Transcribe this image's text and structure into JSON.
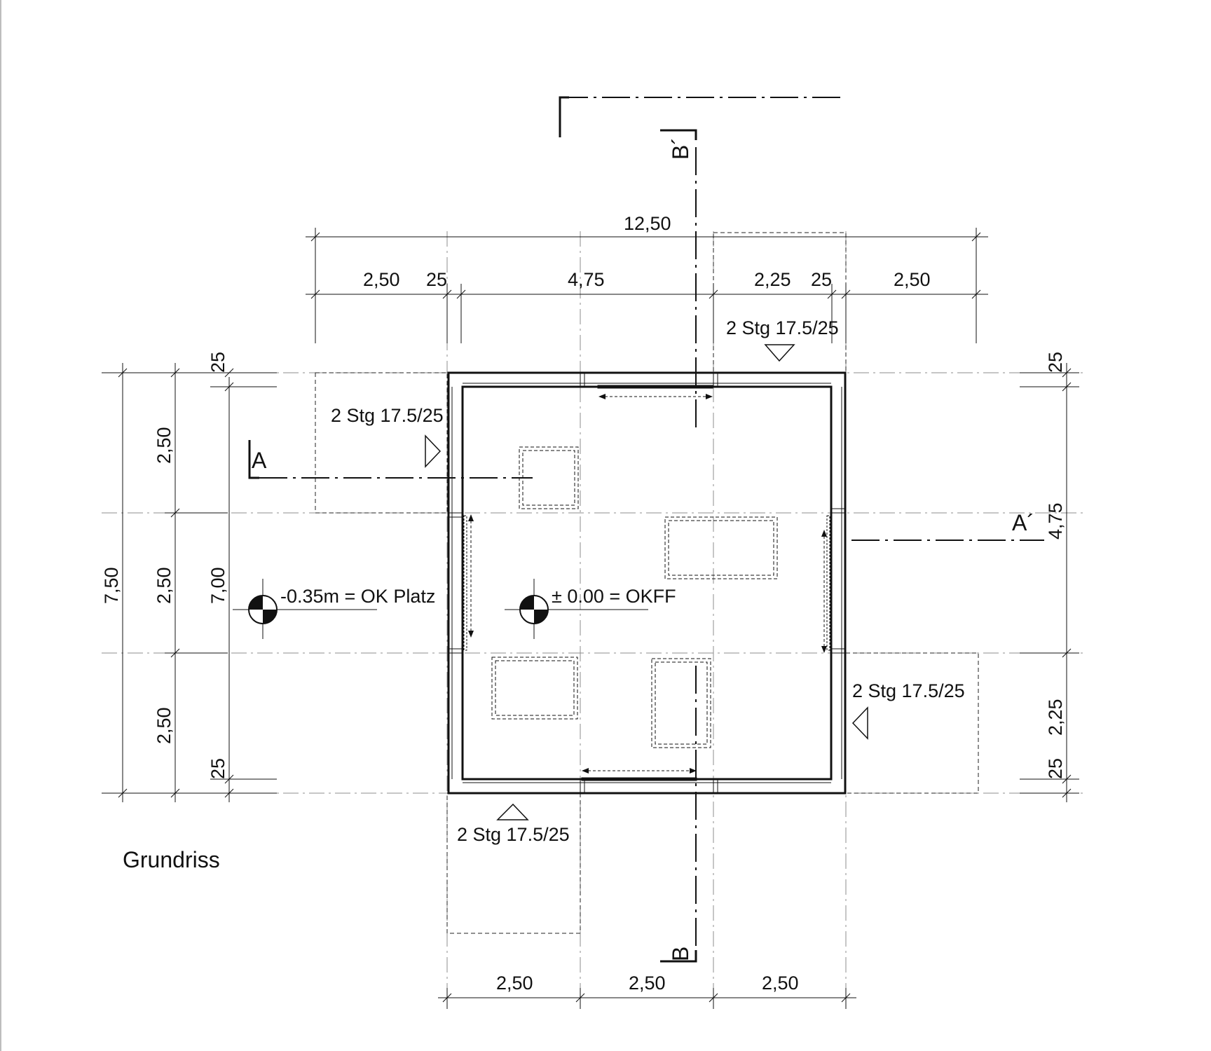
{
  "drawing": {
    "title": "Grundriss",
    "section_marks": [
      "A",
      "A´",
      "B",
      "B´"
    ],
    "levels": {
      "outside": "-0.35m = OK Platz",
      "inside": "± 0.00 = OKFF"
    },
    "stairs": {
      "left": "2 Stg 17.5/25",
      "top": "2 Stg 17.5/25",
      "right": "2 Stg 17.5/25",
      "bottom": "2 Stg 17.5/25"
    },
    "dims_top": {
      "overall": "12,50",
      "chain": [
        "2,50",
        "25",
        "4,75",
        "2,25",
        "25",
        "2,50"
      ]
    },
    "dims_bottom": [
      "2,50",
      "2,50",
      "2,50"
    ],
    "dims_left": {
      "overall": "7,50",
      "chain": [
        "2,50",
        "2,50",
        "2,50"
      ],
      "inner": "7,00",
      "wall_top": "25",
      "wall_bottom": "25"
    },
    "dims_right": [
      "25",
      "4,75",
      "2,25",
      "25"
    ],
    "colors": {
      "line": "#111111",
      "grid": "#8c8c8c",
      "page_edge": "#bdbdbd"
    }
  }
}
